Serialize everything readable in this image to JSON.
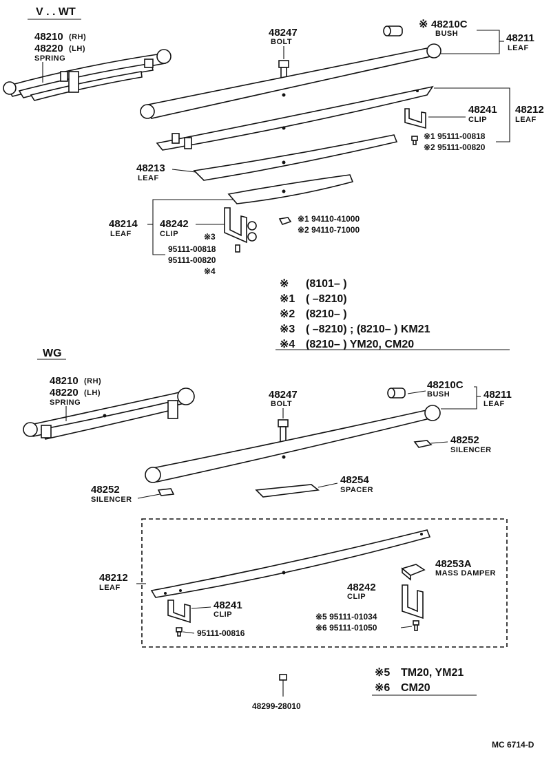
{
  "sections": {
    "top_title": "V . . WT",
    "bottom_title": "WG"
  },
  "top": {
    "spring_num1": "48210",
    "spring_num1_side": "(RH)",
    "spring_num2": "48220",
    "spring_num2_side": "(LH)",
    "spring_name": "SPRING",
    "bolt_num": "48247",
    "bolt_name": "BOLT",
    "bush_mark": "※",
    "bush_num": "48210C",
    "bush_name": "BUSH",
    "leaf1_num": "48211",
    "leaf1_name": "LEAF",
    "clip1_num": "48241",
    "clip1_name": "CLIP",
    "leaf2_num": "48212",
    "leaf2_name": "LEAF",
    "screw1": "※1 95111-00818",
    "screw2": "※2 95111-00820",
    "leaf3_num": "48213",
    "leaf3_name": "LEAF",
    "leaf4_num": "48214",
    "leaf4_name": "LEAF",
    "clip2_num": "48242",
    "clip2_name": "CLIP",
    "clip2_mark": "※3",
    "screw3": "95111-00818",
    "screw4": "95111-00820",
    "screw_mark4": "※4",
    "nut1": "※1  94110-41000",
    "nut2": "※2  94110-71000"
  },
  "legend_top": [
    {
      "mark": "※",
      "text": "(8101–        )"
    },
    {
      "mark": "※1",
      "text": "(        –8210)"
    },
    {
      "mark": "※2",
      "text": "(8210–        )"
    },
    {
      "mark": "※3",
      "text": "(        –8210) ; (8210–        ) KM21"
    },
    {
      "mark": "※4",
      "text": "(8210–        ) YM20, CM20"
    }
  ],
  "bottom": {
    "spring_num1": "48210",
    "spring_num1_side": "(RH)",
    "spring_num2": "48220",
    "spring_num2_side": "(LH)",
    "spring_name": "SPRING",
    "bolt_num": "48247",
    "bolt_name": "BOLT",
    "bush_num": "48210C",
    "bush_name": "BUSH",
    "leaf1_num": "48211",
    "leaf1_name": "LEAF",
    "silencer_r_num": "48252",
    "silencer_r_name": "SILENCER",
    "silencer_l_num": "48252",
    "silencer_l_name": "SILENCER",
    "spacer_num": "48254",
    "spacer_name": "SPACER",
    "leaf2_num": "48212",
    "leaf2_name": "LEAF",
    "damper_num": "48253A",
    "damper_name": "MASS DAMPER",
    "clip2_num": "48242",
    "clip2_name": "CLIP",
    "clip1_num": "48241",
    "clip1_name": "CLIP",
    "screw5": "※5  95111-01034",
    "screw6": "※6  95111-01050",
    "screw_small": "95111-00816",
    "nut": "48299-28010"
  },
  "legend_bottom": [
    {
      "mark": "※5",
      "text": "TM20, YM21"
    },
    {
      "mark": "※6",
      "text": "CM20"
    }
  ],
  "footer": "MC  6714-D"
}
